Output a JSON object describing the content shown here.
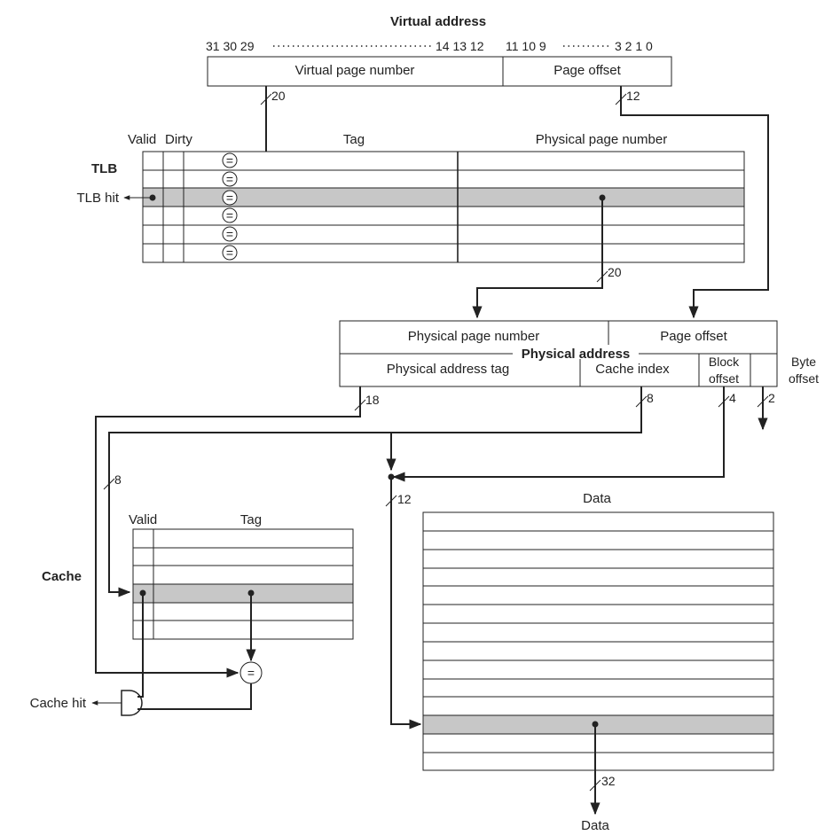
{
  "virtual_address": {
    "title": "Virtual address",
    "bits_left": "31 30 29",
    "bits_mid": "14 13 12",
    "bits_right_a": "11 10 9",
    "bits_right_b": "3 2 1 0",
    "vpn_label": "Virtual page number",
    "offset_label": "Page offset",
    "vpn_width": "20",
    "offset_width": "12"
  },
  "tlb": {
    "label": "TLB",
    "col_valid": "Valid",
    "col_dirty": "Dirty",
    "col_tag": "Tag",
    "col_ppn": "Physical page number",
    "hit_label": "TLB hit",
    "compare_symbol": "=",
    "ppn_width": "20"
  },
  "physical_address": {
    "title": "Physical address",
    "ppn_label": "Physical page number",
    "offset_label": "Page offset",
    "tag_label": "Physical address tag",
    "index_label": "Cache index",
    "block_offset_line1": "Block",
    "block_offset_line2": "offset",
    "byte_offset_line1": "Byte",
    "byte_offset_line2": "offset",
    "tag_width": "18",
    "index_width": "8",
    "block_width": "4",
    "byte_width": "2"
  },
  "cache": {
    "label": "Cache",
    "col_valid": "Valid",
    "col_tag": "Tag",
    "index_width": "8",
    "hit_label": "Cache hit",
    "compare_symbol": "="
  },
  "data": {
    "title": "Data",
    "addr_width": "12",
    "out_width": "32",
    "out_label": "Data"
  }
}
